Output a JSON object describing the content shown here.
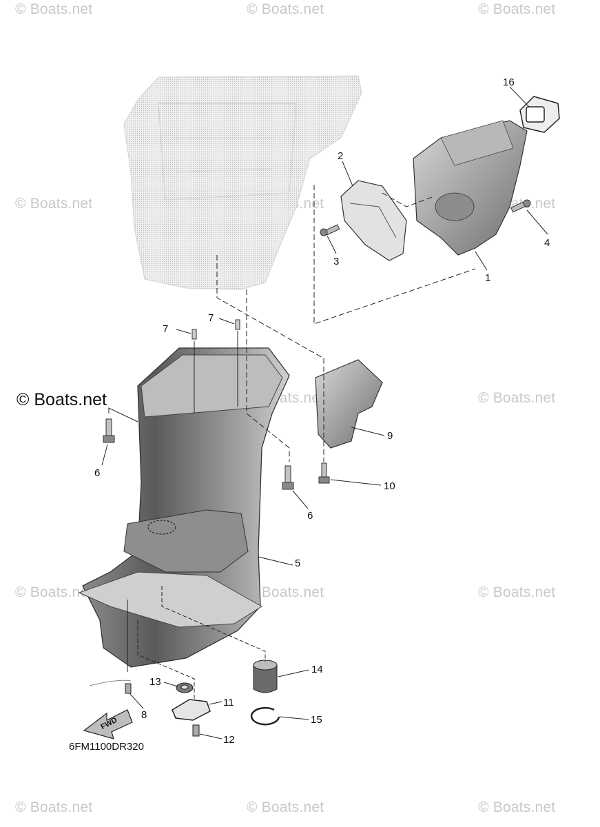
{
  "watermarks": {
    "text": "© Boats.net",
    "main": "© Boats.net"
  },
  "diagram_code": "6FM1100DR320",
  "fwd_label": "FWD",
  "callouts": {
    "c1": "1",
    "c2": "2",
    "c3": "3",
    "c4": "4",
    "c5": "5",
    "c6a": "6",
    "c6b": "6",
    "c7a": "7",
    "c7b": "7",
    "c8": "8",
    "c9": "9",
    "c10": "10",
    "c11": "11",
    "c12": "12",
    "c13": "13",
    "c14": "14",
    "c15": "15",
    "c16": "16"
  },
  "colors": {
    "ghost": "#e6e6e6",
    "part_dark": "#5a5a5a",
    "part_mid": "#9a9a9a",
    "part_light": "#d6d6d6",
    "line": "#222222"
  }
}
